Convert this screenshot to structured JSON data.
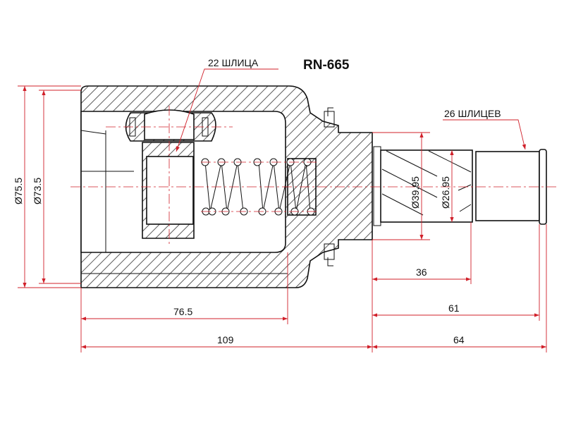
{
  "title": "RN-665",
  "callouts": {
    "inner_splines": "22 ШЛИЦА",
    "outer_splines": "26 ШЛИЦЕВ"
  },
  "dimensions": {
    "outer_diameter": "Ø75.5",
    "boot_diameter": "Ø73.5",
    "spline_diameter": "Ø39.95",
    "shaft_diameter": "Ø26.95",
    "cavity_depth": "76.5",
    "housing_length": "109",
    "spline_length": "36",
    "shaft_length_inner": "61",
    "shaft_length": "64"
  },
  "colors": {
    "dimension": "#d0202a",
    "outline": "#111111"
  }
}
